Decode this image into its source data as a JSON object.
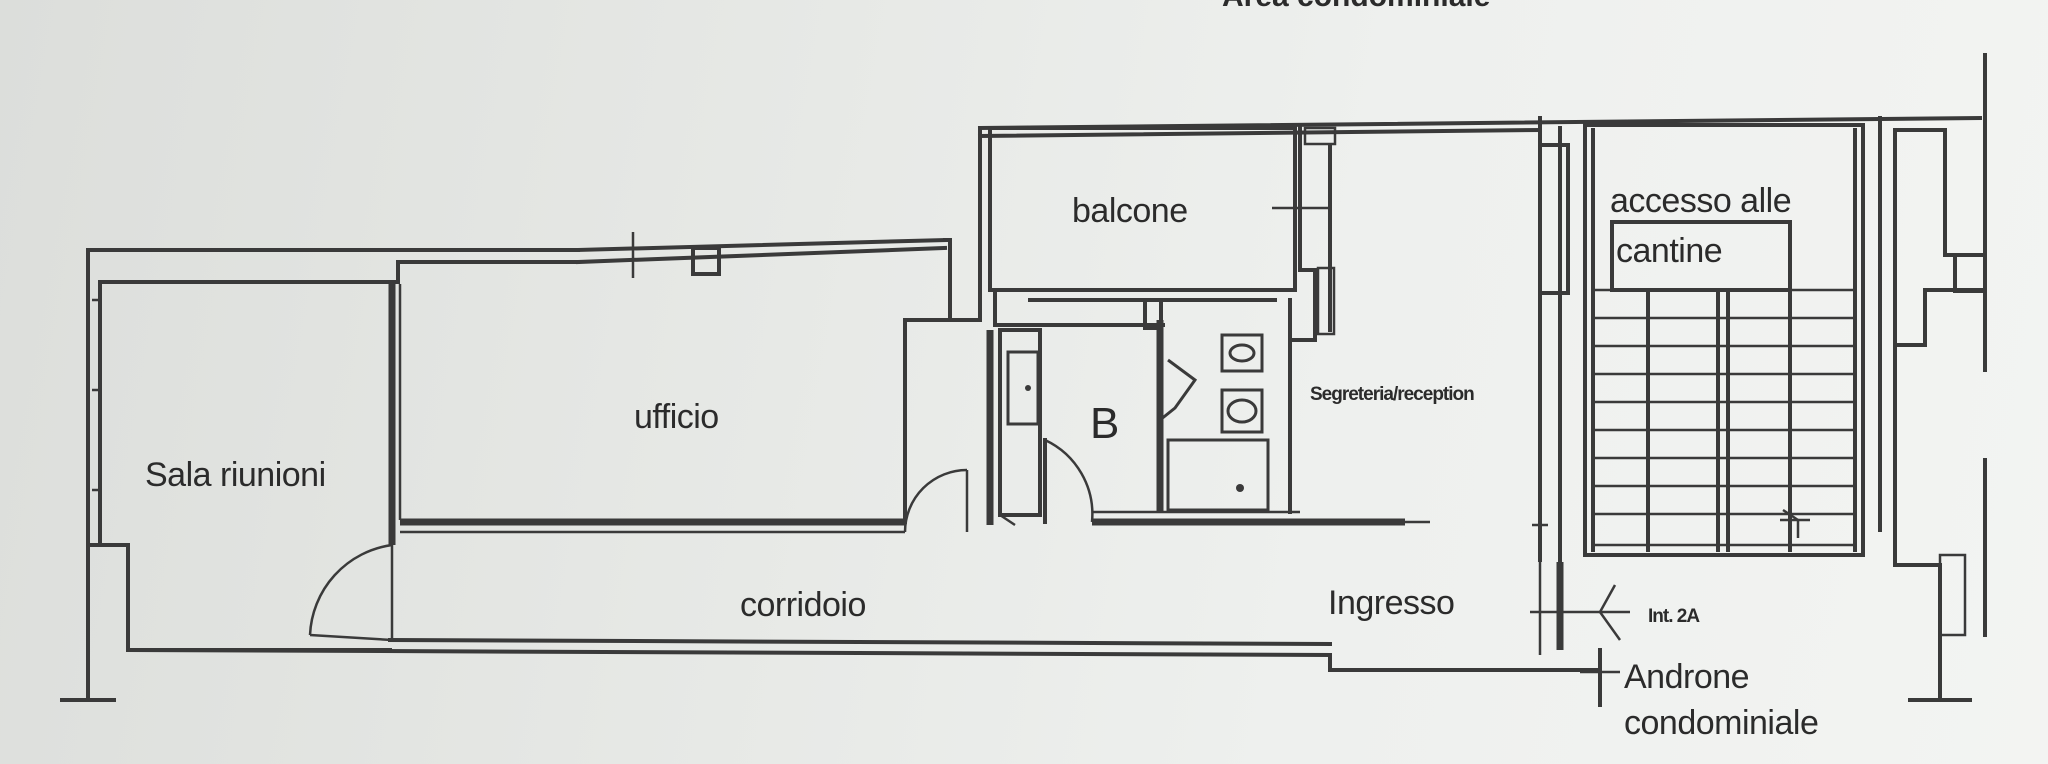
{
  "plan": {
    "top_label": "Area condominiale",
    "rooms": {
      "sala_riunioni": "Sala riunioni",
      "ufficio": "ufficio",
      "balcone": "balcone",
      "bagno": "B",
      "segreteria": "Segreteria/reception",
      "accesso_line1": "accesso alle",
      "accesso_line2": "cantine",
      "corridoio": "corridoio",
      "ingresso": "Ingresso",
      "interno": "Int. 2A",
      "androne_line1": "Androne",
      "androne_line2": "condominiale"
    }
  }
}
